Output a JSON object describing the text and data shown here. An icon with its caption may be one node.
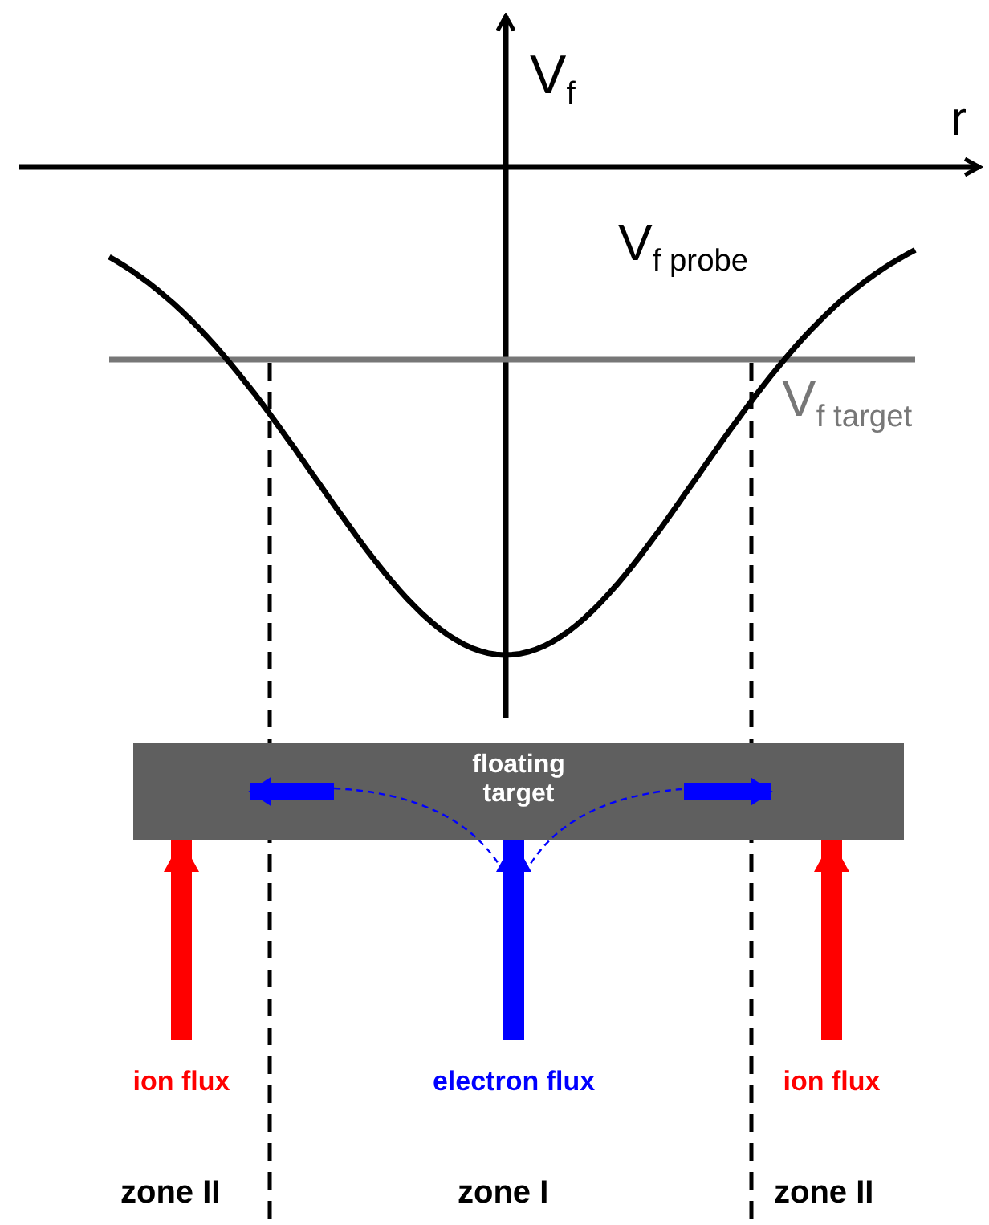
{
  "diagram": {
    "nodes": [
      {
        "text": [
          "floating target"
        ]
      },
      {
        "text": [
          "ion flux"
        ]
      },
      {
        "text": [
          "electron flux"
        ]
      },
      {
        "text": [
          "ion flux"
        ]
      }
    ],
    "edges": [
      {
        "from": 1,
        "to": 0,
        "arrow": "to",
        "color": "#ff0000"
      },
      {
        "from": 2,
        "to": 0,
        "arrow": "to",
        "color": "#0000ff"
      },
      {
        "from": 3,
        "to": 0,
        "arrow": "to",
        "color": "#ff0000"
      }
    ],
    "labels": [
      "V$_{f}$",
      "r",
      "V$_{f probe}$",
      "V$_{f target}$",
      "zone II",
      "zone I",
      "zone II"
    ]
  }
}
